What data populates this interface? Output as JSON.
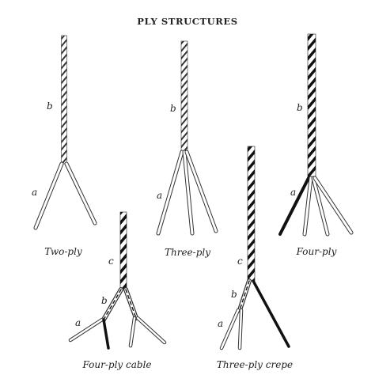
{
  "title": "PLY STRUCTURES",
  "palette": {
    "ink": "#222222",
    "strand_fill": "#ffffff",
    "dark_strand": "#111111"
  },
  "diagrams": [
    {
      "caption": "Two-ply",
      "labels": [
        "a",
        "b"
      ]
    },
    {
      "caption": "Three-ply",
      "labels": [
        "a",
        "b"
      ]
    },
    {
      "caption": "Four-ply",
      "labels": [
        "a",
        "b"
      ]
    },
    {
      "caption": "Four-ply cable",
      "labels": [
        "a",
        "b",
        "c"
      ]
    },
    {
      "caption": "Three-ply crepe",
      "labels": [
        "a",
        "b",
        "c"
      ]
    }
  ]
}
